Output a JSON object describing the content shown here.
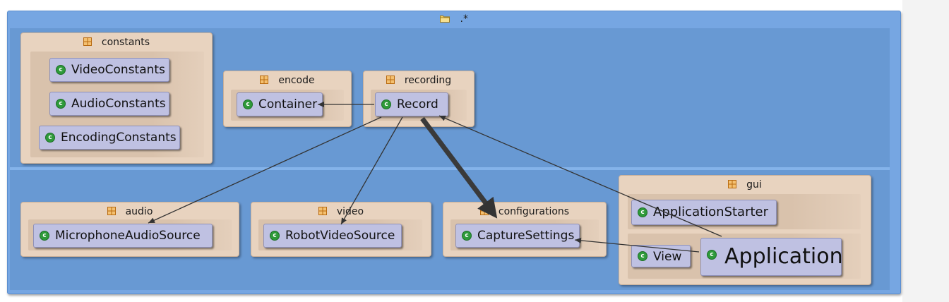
{
  "container": {
    "title": ".*"
  },
  "colors": {
    "container_bg": "#76a6e2",
    "layer_bg": "#6899d3",
    "package_bg": "#e8d3bf",
    "class_bg": "#bfc1e2",
    "class_icon": "#2e9a3a",
    "edge": "#333333"
  },
  "packages": {
    "constants": {
      "name": "constants",
      "classes": [
        "VideoConstants",
        "AudioConstants",
        "EncodingConstants"
      ]
    },
    "encode": {
      "name": "encode",
      "classes": [
        "Container"
      ]
    },
    "recording": {
      "name": "recording",
      "classes": [
        "Record"
      ]
    },
    "audio": {
      "name": "audio",
      "classes": [
        "MicrophoneAudioSource"
      ]
    },
    "video": {
      "name": "video",
      "classes": [
        "RobotVideoSource"
      ]
    },
    "configurations": {
      "name": "configurations",
      "classes": [
        "CaptureSettings"
      ]
    },
    "gui": {
      "name": "gui",
      "classes": [
        "ApplicationStarter",
        "View",
        "Application"
      ]
    }
  },
  "dependencies": [
    {
      "from": "Record",
      "to": "Container",
      "weight": "thin"
    },
    {
      "from": "Record",
      "to": "MicrophoneAudioSource",
      "weight": "thin"
    },
    {
      "from": "Record",
      "to": "RobotVideoSource",
      "weight": "thin"
    },
    {
      "from": "Record",
      "to": "CaptureSettings",
      "weight": "thick"
    },
    {
      "from": "Application",
      "to": "Record",
      "weight": "thin"
    },
    {
      "from": "View",
      "to": "CaptureSettings",
      "weight": "thin"
    }
  ]
}
